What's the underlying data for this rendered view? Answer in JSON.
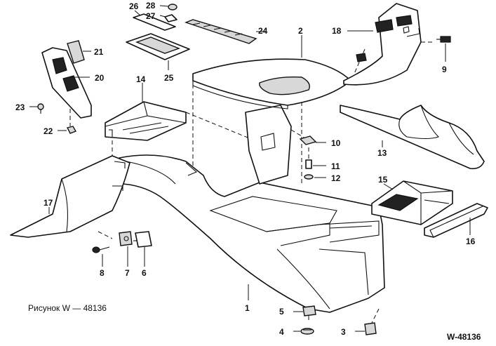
{
  "caption": "Рисунок W — 48136",
  "drawing_code": "W-48136",
  "callouts": {
    "c1": "1",
    "c2": "2",
    "c3": "3",
    "c4": "4",
    "c5": "5",
    "c6": "6",
    "c7": "7",
    "c8": "8",
    "c9": "9",
    "c10": "10",
    "c11": "11",
    "c12": "12",
    "c13": "13",
    "c14": "14",
    "c15": "15",
    "c16": "16",
    "c17": "17",
    "c18": "18",
    "c20": "20",
    "c21": "21",
    "c22": "22",
    "c23": "23",
    "c24": "24",
    "c25": "25",
    "c26": "26",
    "c27": "27",
    "c28": "28"
  }
}
